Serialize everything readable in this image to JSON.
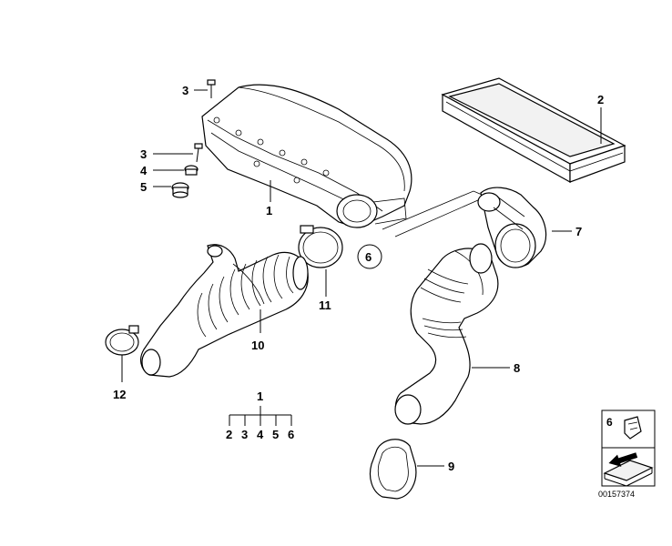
{
  "callouts": {
    "c1": "1",
    "c2": "2",
    "c3a": "3",
    "c3b": "3",
    "c4": "4",
    "c5": "5",
    "c6": "6",
    "c7": "7",
    "c8": "8",
    "c9": "9",
    "c10": "10",
    "c11": "11",
    "c12": "12"
  },
  "kit": {
    "parent": "1",
    "items": [
      "2",
      "3",
      "4",
      "5",
      "6"
    ]
  },
  "legend": {
    "item_number": "6"
  },
  "diagram_code": "00157374"
}
